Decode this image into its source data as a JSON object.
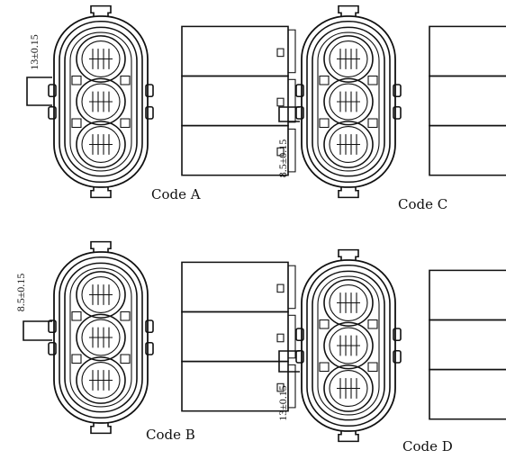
{
  "connectors": [
    {
      "code_label": "Code  A",
      "dimension_text": "13±0.15"
    },
    {
      "code_label": "Code  C",
      "dimension_text": "8.5±0.15"
    },
    {
      "code_label": "Code  B",
      "dimension_text": "8.5±0.15"
    },
    {
      "code_label": "Code  D",
      "dimension_text": "13±0.15"
    }
  ]
}
